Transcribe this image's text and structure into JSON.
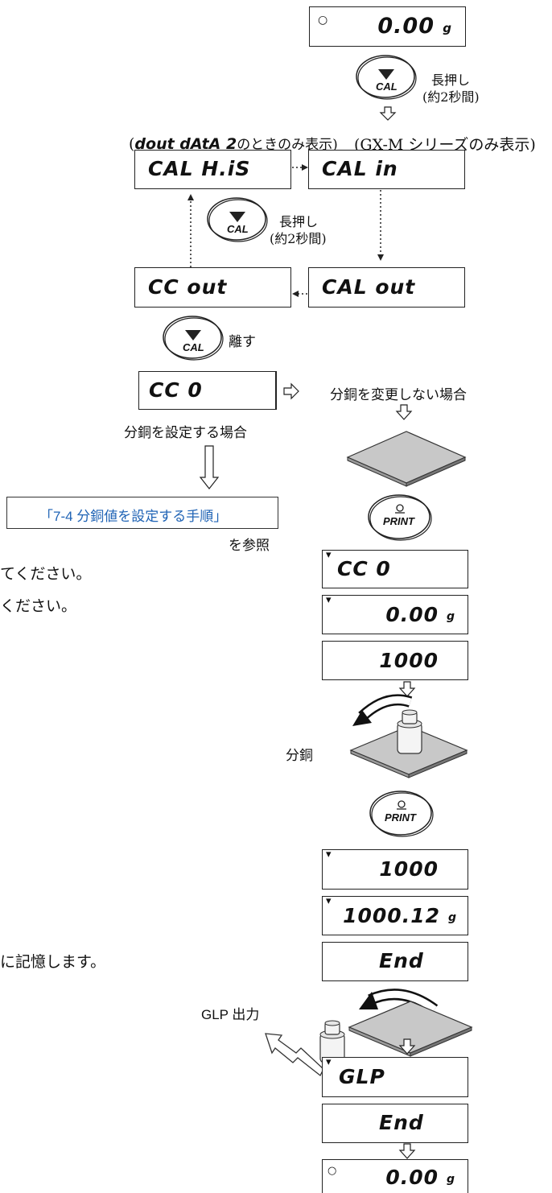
{
  "displays": {
    "start": {
      "value": "0.00",
      "unit": "g"
    },
    "cal_his": "CAL H.iS",
    "cal_in": "CAL  in",
    "cc_out": "CC out",
    "cal_out": "CAL out",
    "cc_0": "CC     0",
    "cc_0_b": "CC     0",
    "zero_b": {
      "value": "0.00",
      "unit": "g"
    },
    "val_1000": "1000",
    "val_1000_b": "1000",
    "val_100012": {
      "value": "1000.12",
      "unit": "g"
    },
    "end_1": "End",
    "glp": "GLP",
    "end_2": "End",
    "final": {
      "value": "0.00",
      "unit": "g"
    }
  },
  "buttons": {
    "cal_label": "CAL",
    "print_label": "PRINT"
  },
  "labels": {
    "long_press_1": "長押し",
    "long_press_1_sub": "(約2秒間)",
    "dout_prefix": "(",
    "dout_code": "dout dAtA 2",
    "dout_suffix": "のときのみ表示)",
    "gx_m_only": "(GX-M シリーズのみ表示)",
    "long_press_2": "長押し",
    "long_press_2_sub": "(約2秒間)",
    "release": "離す",
    "no_change": "分銅を変更しない場合",
    "set_weight": "分銅を設定する場合",
    "procedure_link": "「7-4  分銅値を設定する手順」",
    "see_ref": "を参照",
    "side_text_1": "てください。",
    "side_text_2": "ください。",
    "weight_label": "分銅",
    "side_text_3": "に記憶します。",
    "glp_output": "GLP 出力"
  }
}
